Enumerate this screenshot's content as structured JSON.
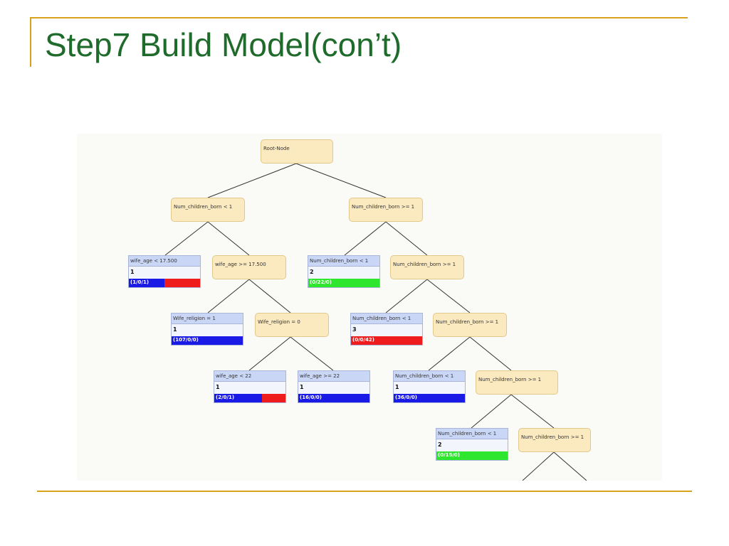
{
  "title": "Step7 Build Model(con’t)",
  "colors": {
    "class1": "#1a1ae6",
    "class2": "#2ee62e",
    "class3": "#ee1c1c"
  },
  "tree": {
    "root": {
      "label": "Root-Node"
    },
    "n1": {
      "label": "Num_children_born < 1"
    },
    "n2": {
      "label": "Num_children_born >= 1"
    },
    "l_wa1": {
      "label": "wife_age < 17.500",
      "class": "1",
      "counts": "(1/0/1)",
      "dist": [
        1,
        0,
        1
      ]
    },
    "n_wa2": {
      "label": "wife_age >= 17.500"
    },
    "l_nc1": {
      "label": "Num_children_born < 1",
      "class": "2",
      "counts": "(0/22/0)",
      "dist": [
        0,
        22,
        0
      ]
    },
    "n_nc2": {
      "label": "Num_children_born >= 1"
    },
    "l_wr1": {
      "label": "Wife_religion = 1",
      "class": "1",
      "counts": "(107/0/0)",
      "dist": [
        107,
        0,
        0
      ]
    },
    "n_wr0": {
      "label": "Wife_religion = 0"
    },
    "l_nc3": {
      "label": "Num_children_born < 1",
      "class": "3",
      "counts": "(0/0/42)",
      "dist": [
        0,
        0,
        42
      ]
    },
    "n_nc4": {
      "label": "Num_children_born >= 1"
    },
    "l_wa22a": {
      "label": "wife_age < 22",
      "class": "1",
      "counts": "(2/0/1)",
      "dist": [
        2,
        0,
        1
      ]
    },
    "l_wa22b": {
      "label": "wife_age >= 22",
      "class": "1",
      "counts": "(16/0/0)",
      "dist": [
        16,
        0,
        0
      ]
    },
    "l_nc5": {
      "label": "Num_children_born < 1",
      "class": "1",
      "counts": "(36/0/0)",
      "dist": [
        36,
        0,
        0
      ]
    },
    "n_nc6": {
      "label": "Num_children_born >= 1"
    },
    "l_nc7": {
      "label": "Num_children_born < 1",
      "class": "2",
      "counts": "(0/15/0)",
      "dist": [
        0,
        15,
        0
      ]
    },
    "n_nc8": {
      "label": "Num_children_born >= 1"
    }
  }
}
